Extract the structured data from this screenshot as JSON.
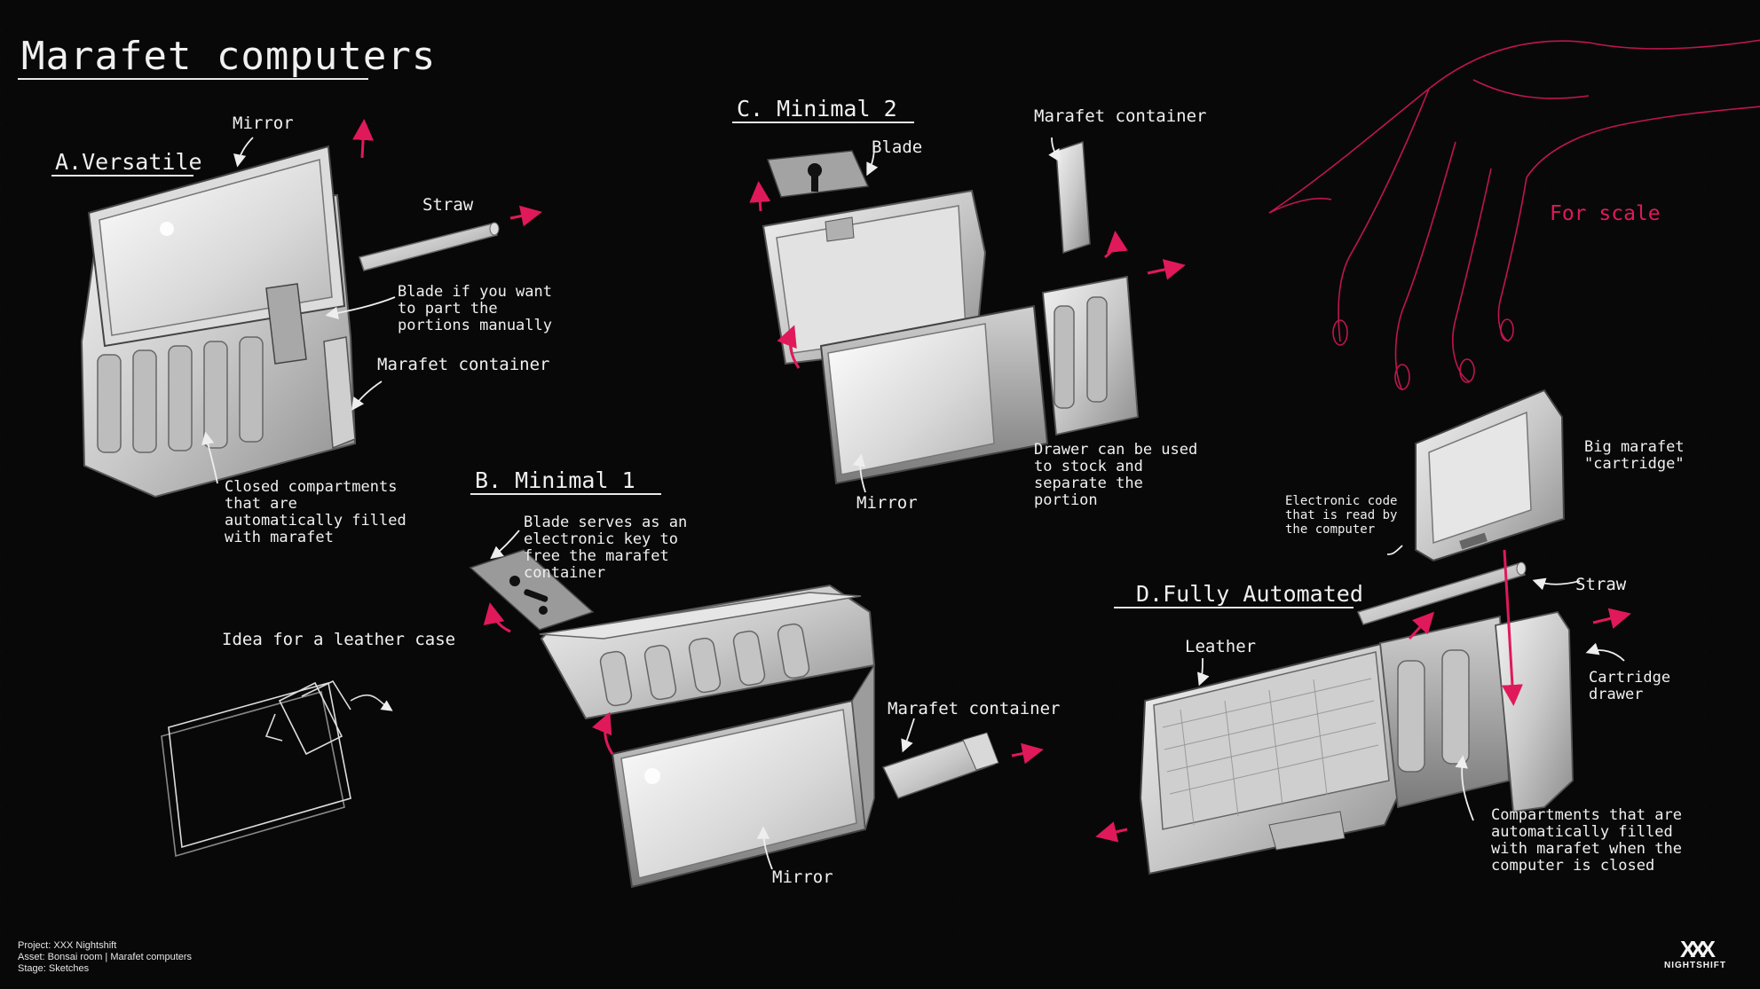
{
  "title": "Marafet computers",
  "sections": {
    "a": "A.Versatile",
    "b": "B. Minimal 1",
    "c": "C. Minimal 2",
    "d": "D.Fully Automated"
  },
  "labels": {
    "a_mirror": "Mirror",
    "a_straw": "Straw",
    "a_blade": "Blade if you want to part the portions manually",
    "a_container": "Marafet container",
    "a_compartments": "Closed compartments that are automatically filled with marafet",
    "leather_case": "Idea for a leather case",
    "b_blade": "Blade serves as an electronic key to free the marafet container",
    "b_container": "Marafet container",
    "b_mirror": "Mirror",
    "c_blade": "Blade",
    "c_container": "Marafet container",
    "c_drawer": "Drawer can be used to stock and separate the portion",
    "c_mirror": "Mirror",
    "for_scale": "For scale",
    "d_cartridge": "Big marafet \"cartridge\"",
    "d_code": "Electronic code that is read by the computer",
    "d_straw": "Straw",
    "d_leather": "Leather",
    "d_drawer": "Cartridge drawer",
    "d_compartments": "Compartments that are automatically filled with marafet when the computer is closed"
  },
  "credits": {
    "project": "Project: XXX Nightshift",
    "asset": "Asset: Bonsai room | Marafet computers",
    "stage": "Stage: Sketches"
  },
  "logo": {
    "mark": "XXX",
    "name": "NIGHTSHIFT"
  },
  "colors": {
    "accent": "#e0195a",
    "background": "#080808",
    "ink": "#f0f0f0"
  }
}
